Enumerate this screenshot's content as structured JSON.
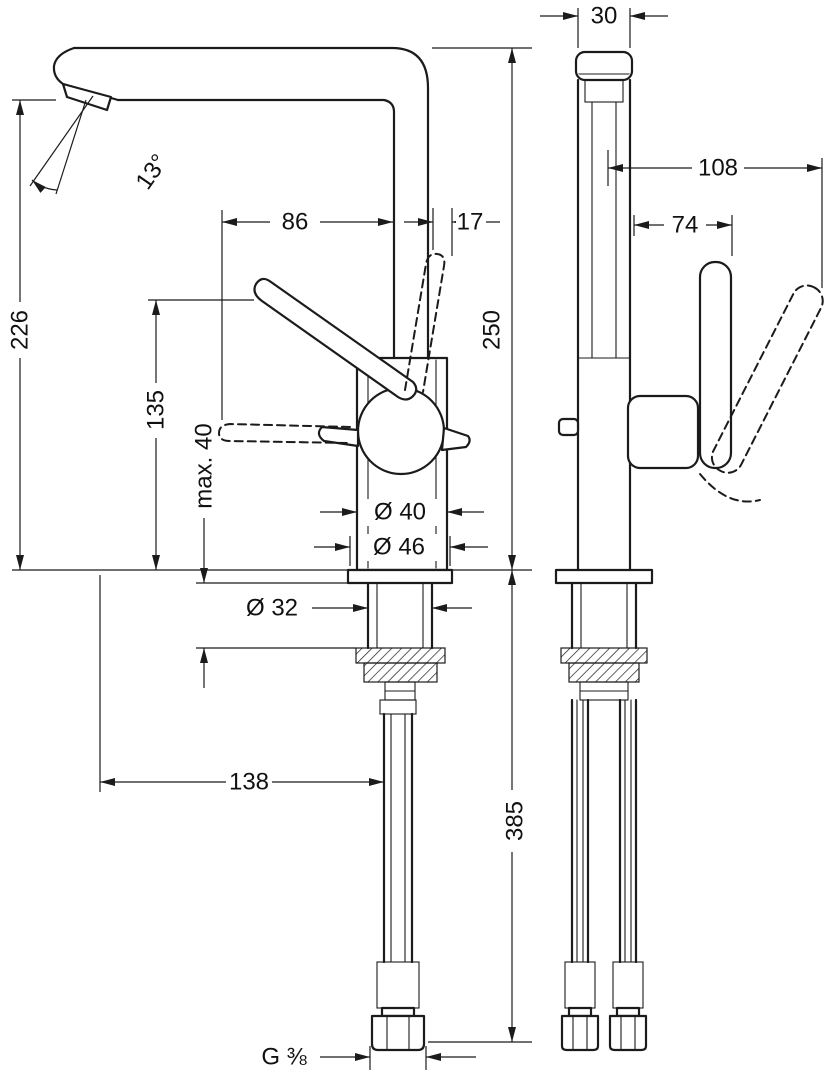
{
  "colors": {
    "line": "#1b1b1b",
    "background": "#ffffff"
  },
  "dimensions": {
    "spout_top_width": "30",
    "total_depth": "108",
    "handle_depth": "74",
    "spout_reach": "86",
    "spout_offset": "17",
    "outlet_angle": "13°",
    "outlet_height": "226",
    "height_above_deck": "250",
    "lever_height": "135",
    "max_mounting_thickness": "max. 40",
    "body_diameter": "Ø 40",
    "base_diameter": "Ø 46",
    "shank_diameter": "Ø 32",
    "base_depth": "138",
    "hose_length": "385",
    "thread_size": "G ⅜"
  }
}
